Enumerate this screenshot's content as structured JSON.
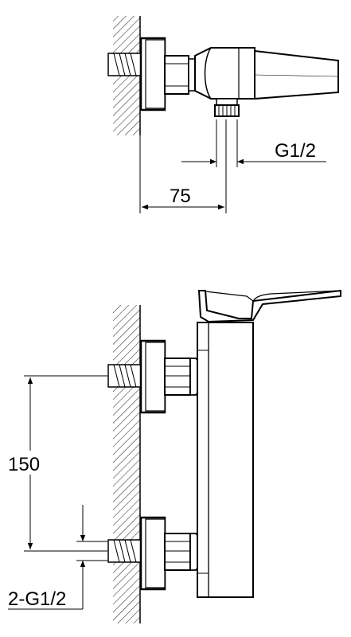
{
  "top_view": {
    "thread_label": "G1/2",
    "offset_label": "75"
  },
  "side_view": {
    "spacing_label": "150",
    "inlets_label": "2-G1/2"
  },
  "colors": {
    "line": "#000000",
    "background": "#ffffff"
  }
}
